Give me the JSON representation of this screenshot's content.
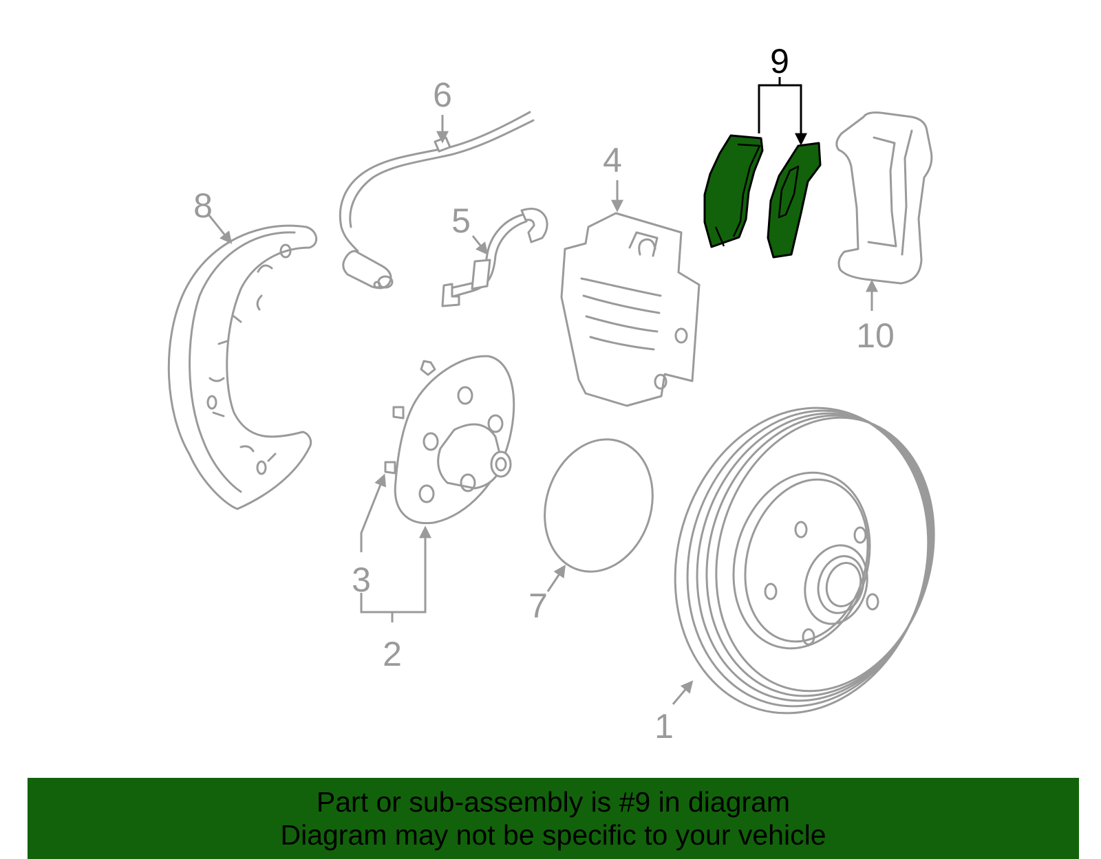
{
  "callouts": {
    "c1": "1",
    "c2": "2",
    "c3": "3",
    "c4": "4",
    "c5": "5",
    "c6": "6",
    "c7": "7",
    "c8": "8",
    "c9": "9",
    "c10": "10"
  },
  "highlight_callout": "9",
  "colors": {
    "highlight": "#12620b",
    "line_gray": "#9a9a9a",
    "text_dark": "#000000",
    "background": "#ffffff"
  },
  "banner": {
    "line1": "Part or sub-assembly is #9 in diagram",
    "line2": "Diagram may not be specific to your vehicle"
  }
}
